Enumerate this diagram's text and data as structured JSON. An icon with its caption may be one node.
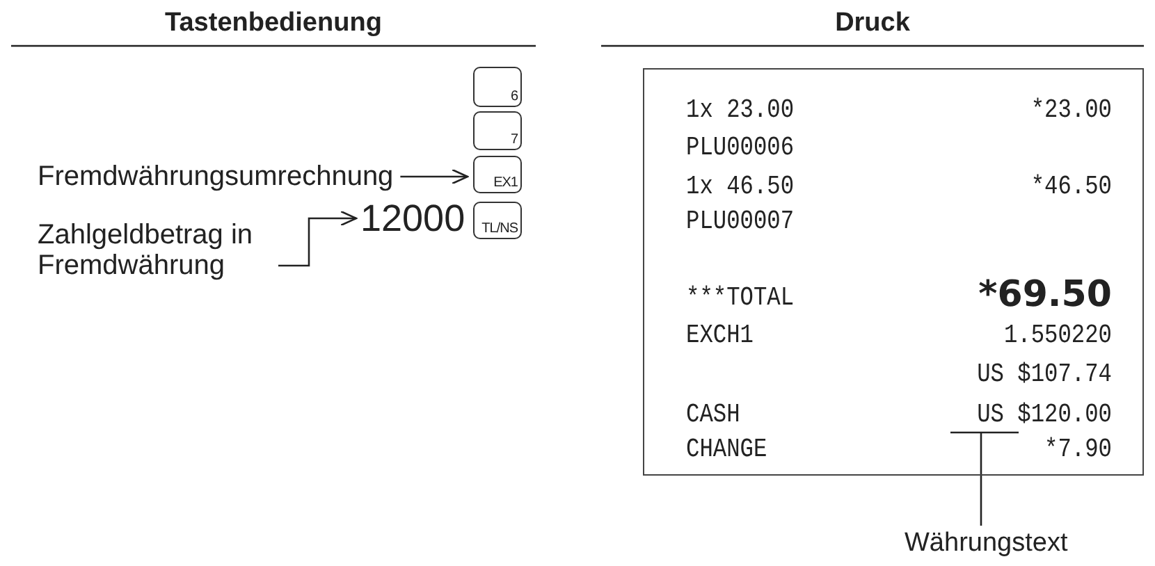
{
  "diagram": {
    "nodes": [
      {
        "text": [
          "6"
        ]
      },
      {
        "text": [
          "7"
        ]
      },
      {
        "text": [
          "EX1"
        ]
      },
      {
        "text": [
          "TL/NS"
        ]
      },
      {
        "text": [
          "Fremdwährungsumrechnung"
        ]
      },
      {
        "text": [
          "12000"
        ]
      },
      {
        "text": [
          "Zahlgeldbetrag in Fremdwährung"
        ]
      },
      {
        "text": [],
        "shape": "box"
      },
      {
        "text": [
          "US $120.00"
        ],
        "in": 7
      },
      {
        "text": [
          "Währungstext"
        ]
      }
    ],
    "edges": [
      {
        "from": 4,
        "to": 2,
        "arrow": "to"
      },
      {
        "from": 6,
        "to": 5,
        "arrow": "to"
      },
      {
        "from": 9,
        "to": 8,
        "arrow": "none"
      }
    ],
    "labels": [
      "Tastenbedienung",
      "Druck",
      "1x 23.00",
      "*23.00",
      "PLU00006",
      "1x 46.50",
      "*46.50",
      "PLU00007",
      "***TOTAL",
      "*69.50",
      "EXCH1",
      "1.550220",
      "US $107.74",
      "CASH",
      "CHANGE",
      "*7.90"
    ]
  }
}
